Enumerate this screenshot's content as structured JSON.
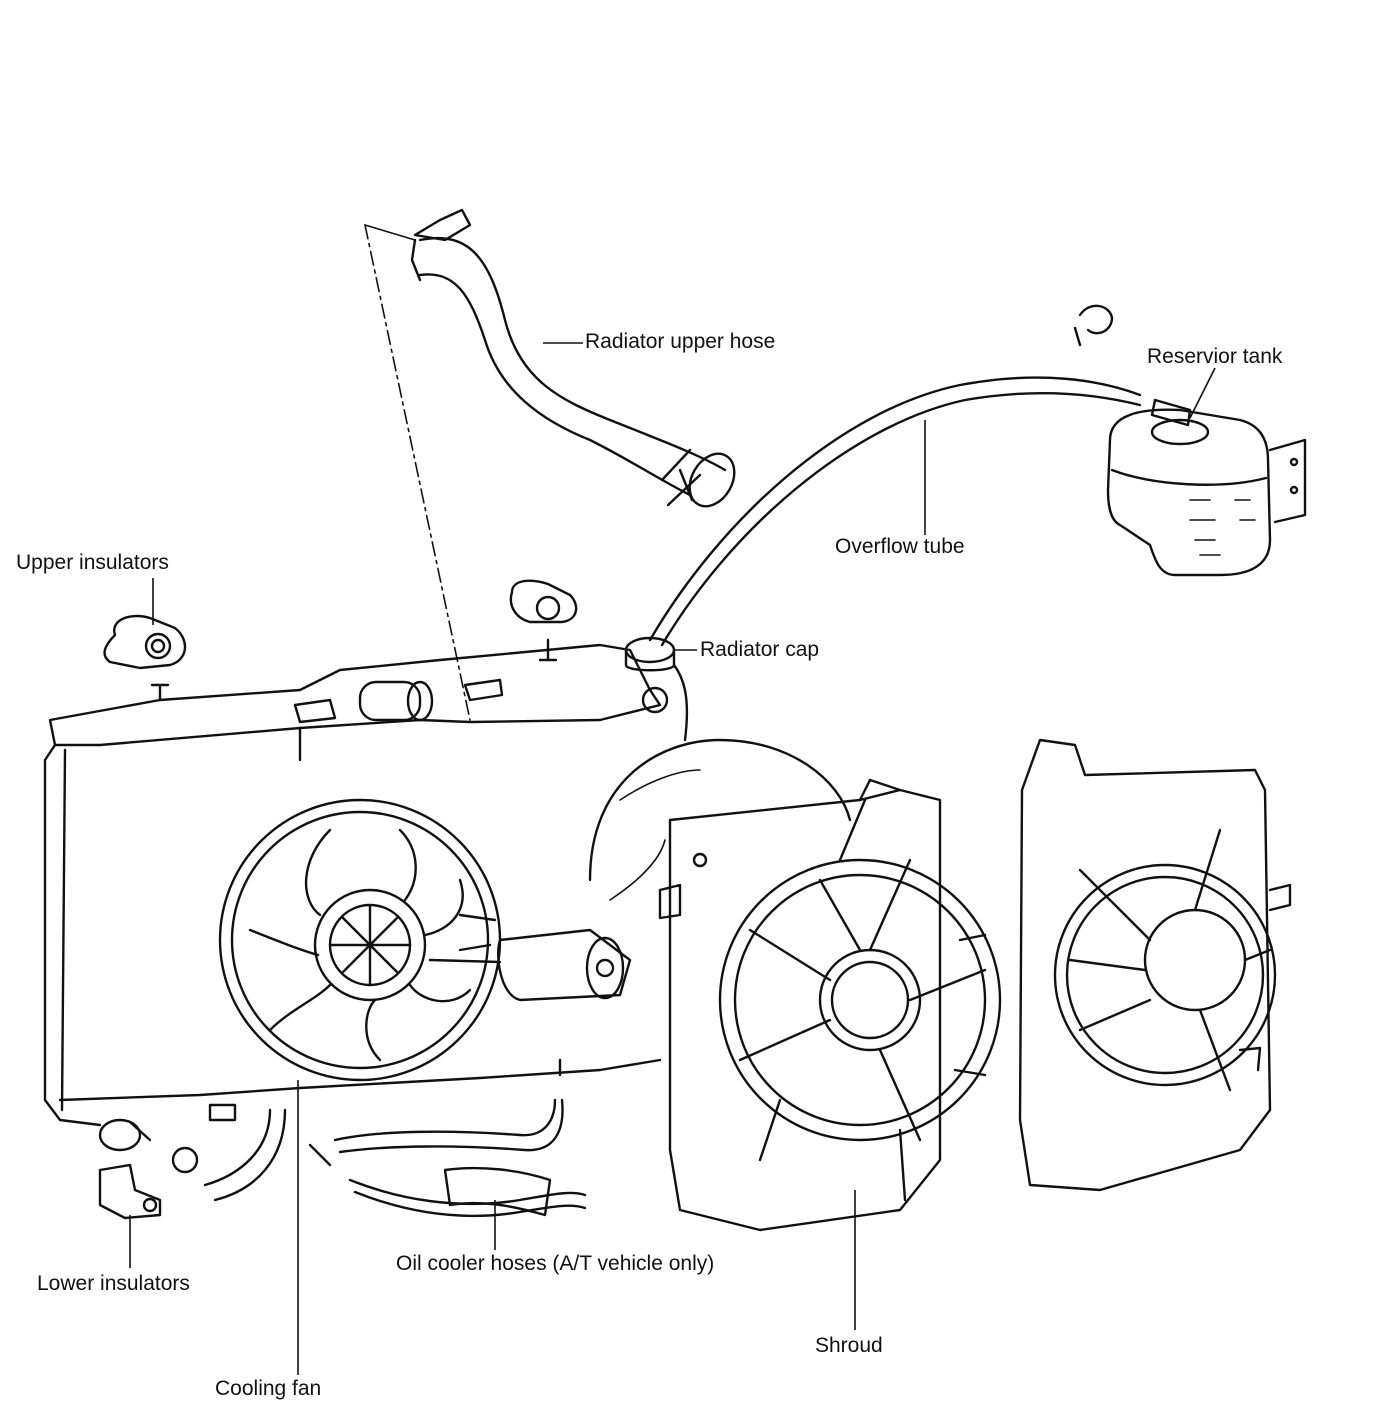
{
  "labels": {
    "radiator_upper_hose": "Radiator upper hose",
    "reservoir_tank": "Reservior tank",
    "overflow_tube": "Overflow tube",
    "upper_insulators": "Upper insulators",
    "radiator_cap": "Radiator cap",
    "lower_insulators": "Lower insulators",
    "oil_cooler_hoses": "Oil cooler hoses (A/T vehicle only)",
    "shroud": "Shroud",
    "cooling_fan": "Cooling fan"
  },
  "colors": {
    "ink": "#111111",
    "background": "#ffffff"
  }
}
